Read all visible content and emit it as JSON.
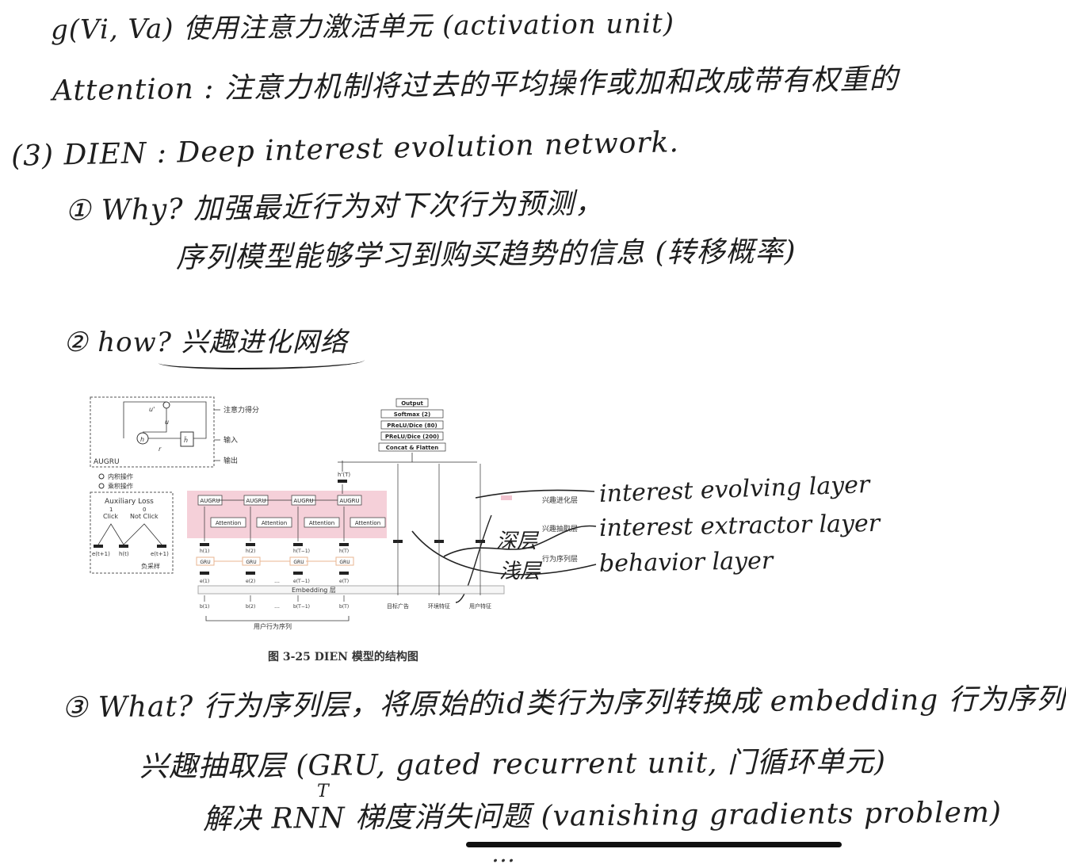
{
  "notes": {
    "line1": "g(Vi, Va) 使用注意力激活单元 (activation unit)",
    "line2": "Attention : 注意力机制将过去的平均操作或加和改成带有权重的",
    "line3": "(3) DIEN : Deep interest evolution network.",
    "line4": "① Why?  加强最近行为对下次行为预测，",
    "line5": "序列模型能够学习到购买趋势的信息 (转移概率)",
    "line6": "② how?  兴趣进化网络",
    "line7": "③ What?  行为序列层，将原始的id类行为序列转换成 embedding 行为序列",
    "line8": "兴趣抽取层 (GRU, gated recurrent unit, 门循环单元)",
    "line9": "T",
    "line10": "解决 RNN 梯度消失问题 (vanishing gradients problem)",
    "cutoff": "…"
  },
  "annotations": {
    "evolving": "interest evolving layer",
    "extractor": "interest extractor layer",
    "behavior": "behavior layer",
    "deep": "深层",
    "shallow": "浅层"
  },
  "figure": {
    "caption": "图 3-25   DIEN 模型的结构图",
    "augru_box": {
      "title": "AUGRU",
      "u_prime": "u'",
      "u": "u",
      "h": "h",
      "r": "r",
      "h_tilde": "h̃",
      "attention_score": "注意力得分",
      "input": "输入",
      "output": "输出"
    },
    "legend": {
      "inner": "内积操作",
      "outer": "乘积操作"
    },
    "aux": {
      "title": "Auxiliary Loss",
      "one": "1",
      "zero": "0",
      "click": "Click",
      "not_click": "Not Click",
      "e1": "e(t+1)",
      "ht": "h(t)",
      "e2": "e(t+1)",
      "neg": "负采样"
    },
    "top_stack": [
      "Output",
      "Softmax (2)",
      "PReLU/Dice (80)",
      "PReLU/Dice (200)",
      "Concat & Flatten"
    ],
    "hT_top": "h'(T)",
    "augru_cells": [
      "AUGRU",
      "AUGRU",
      "AUGRU",
      "AUGRU"
    ],
    "attention_cells": [
      "Attention",
      "Attention",
      "Attention",
      "Attention"
    ],
    "gru_cells": [
      "GRU",
      "GRU",
      "GRU",
      "GRU"
    ],
    "h_labels": [
      "h(1)",
      "h(2)",
      "h(T−1)",
      "h(T)"
    ],
    "e_labels": [
      "e(1)",
      "e(2)",
      "e(T−1)",
      "e(T)"
    ],
    "b_labels": [
      "b(1)",
      "b(2)",
      "b(T−1)",
      "b(T)"
    ],
    "dots": "…",
    "embedding": "Embedding 层",
    "sequence_label": "用户行为序列",
    "bottom_features": [
      "目标广告",
      "环境特征",
      "用户特征"
    ],
    "legend_layers": [
      "兴趣进化层",
      "兴趣抽取层",
      "行为序列层"
    ]
  },
  "colors": {
    "pink": "#f2c4d0",
    "orange": "#e8b490",
    "ink": "#1e1e1e"
  }
}
